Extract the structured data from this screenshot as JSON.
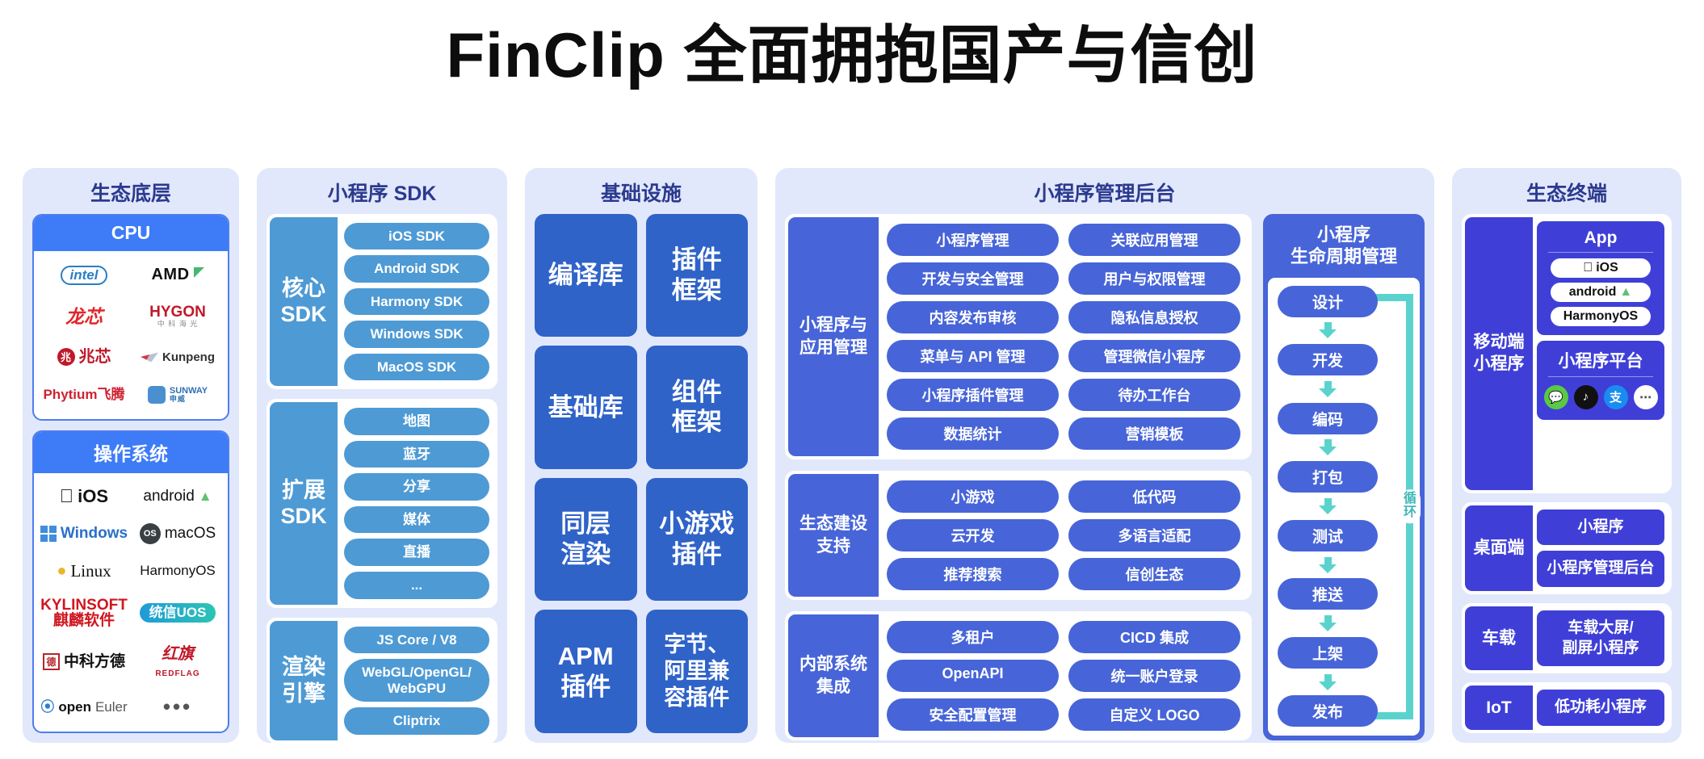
{
  "title": "FinClip 全面拥抱国产与信创",
  "columns": {
    "ecosystem_base": {
      "title": "生态底层",
      "cards": [
        {
          "head": "CPU",
          "logos": [
            "intel",
            "AMD",
            "龙芯",
            "HYGON 中科海光",
            "兆芯",
            "Kunpeng",
            "Phytium飞腾",
            "SUNWAY 申威"
          ]
        },
        {
          "head": "操作系统",
          "logos": [
            "iOS",
            "android",
            "Windows",
            "macOS",
            "Linux",
            "HarmonyOS",
            "KYLINSOFT 麒麟软件",
            "统信UOS",
            "中科方德",
            "红旗 REDFLAG",
            "openEuler",
            "..."
          ]
        }
      ]
    },
    "sdk": {
      "title": "小程序 SDK",
      "blocks": [
        {
          "label": "核心\nSDK",
          "items": [
            "iOS SDK",
            "Android SDK",
            "Harmony SDK",
            "Windows SDK",
            "MacOS SDK"
          ]
        },
        {
          "label": "扩展\nSDK",
          "items": [
            "地图",
            "蓝牙",
            "分享",
            "媒体",
            "直播",
            "..."
          ]
        },
        {
          "label": "渲染\n引擎",
          "items": [
            "JS Core / V8",
            "WebGL/OpenGL/\nWebGPU",
            "Cliptrix"
          ]
        }
      ]
    },
    "infra": {
      "title": "基础设施",
      "cells": [
        "编译库",
        "插件\n框架",
        "基础库",
        "组件\n框架",
        "同层\n渲染",
        "小游戏\n插件",
        "APM\n插件",
        "字节、\n阿里兼\n容插件"
      ]
    },
    "console": {
      "title": "小程序管理后台",
      "groups": [
        {
          "label": "小程序与\n应用管理",
          "items": [
            "小程序管理",
            "关联应用管理",
            "开发与安全管理",
            "用户与权限管理",
            "内容发布审核",
            "隐私信息授权",
            "菜单与 API 管理",
            "管理微信小程序",
            "小程序插件管理",
            "待办工作台",
            "数据统计",
            "营销模板"
          ]
        },
        {
          "label": "生态建设\n支持",
          "items": [
            "小游戏",
            "低代码",
            "云开发",
            "多语言适配",
            "推荐搜索",
            "信创生态"
          ]
        },
        {
          "label": "内部系统\n集成",
          "items": [
            "多租户",
            "CICD 集成",
            "OpenAPI",
            "统一账户登录",
            "安全配置管理",
            "自定义 LOGO"
          ]
        }
      ],
      "lifecycle": {
        "title": "小程序\n生命周期管理",
        "steps": [
          "设计",
          "开发",
          "编码",
          "打包",
          "测试",
          "推送",
          "上架",
          "发布"
        ],
        "loop_label": "循环"
      }
    },
    "terminals": {
      "title": "生态终端",
      "blocks": [
        {
          "label": "移动端\n小程序",
          "cards": [
            {
              "head": "App",
              "chips": [
                "iOS",
                "android",
                "HarmonyOS"
              ]
            },
            {
              "head": "小程序平台",
              "icons": [
                "wechat-icon",
                "tiktok-icon",
                "alipay-icon",
                "more-icon"
              ]
            }
          ]
        },
        {
          "label": "桌面端",
          "items": [
            "小程序",
            "小程序管理后台"
          ]
        },
        {
          "label": "车载",
          "items": [
            "车载大屏/\n副屏小程序"
          ]
        },
        {
          "label": "IoT",
          "items": [
            "低功耗小程序"
          ]
        }
      ]
    }
  },
  "colors": {
    "panel_bg": "#e2e8fb",
    "panel_title": "#2b3a8f",
    "cpu_blue": "#3d7bf7",
    "sdk_blue": "#4e9ad4",
    "infra_blue": "#2f63c8",
    "console_blue": "#4765d8",
    "terminal_blue": "#3f3fd8",
    "loop_teal": "#5ad3cf"
  }
}
